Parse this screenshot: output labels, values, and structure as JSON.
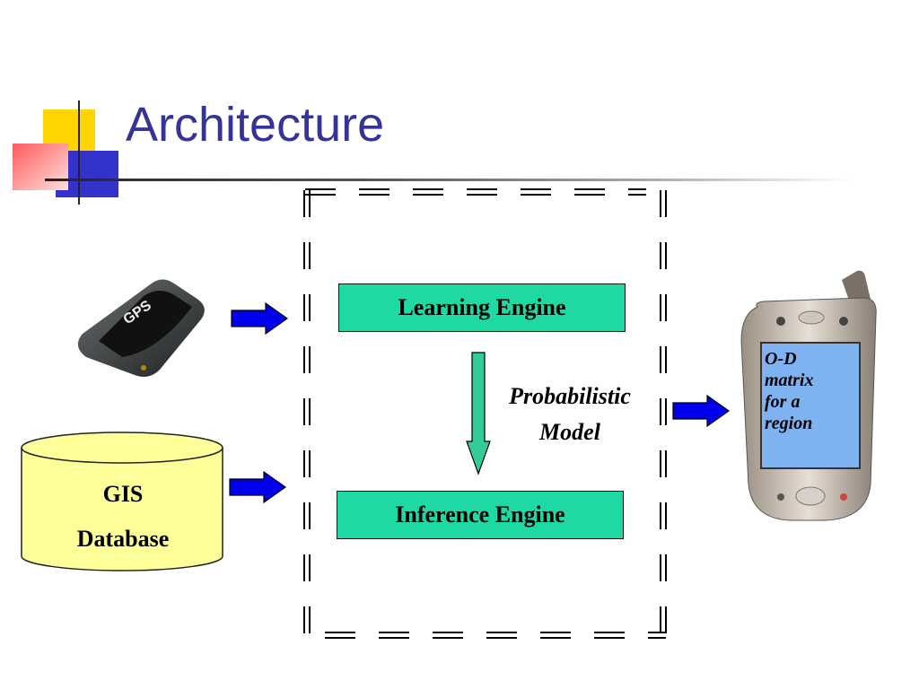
{
  "slide": {
    "title": "Architecture"
  },
  "diagram": {
    "learning_engine": "Learning Engine",
    "inference_engine": "Inference Engine",
    "model_line1": "Probabilistic",
    "model_line2": "Model",
    "gis_line1": "GIS",
    "gis_line2": "Database",
    "gps_device_text": "GPS",
    "phone_screen_lines": [
      "O-D",
      "matrix",
      "for a",
      "region"
    ]
  },
  "colors": {
    "title": "#333399",
    "engine_fill": "#1fd9a4",
    "database_fill": "#ffff99",
    "arrow_fill": "#0000ee",
    "down_arrow_fill": "#33cc99",
    "phone_screen": "#7fb2f0"
  }
}
